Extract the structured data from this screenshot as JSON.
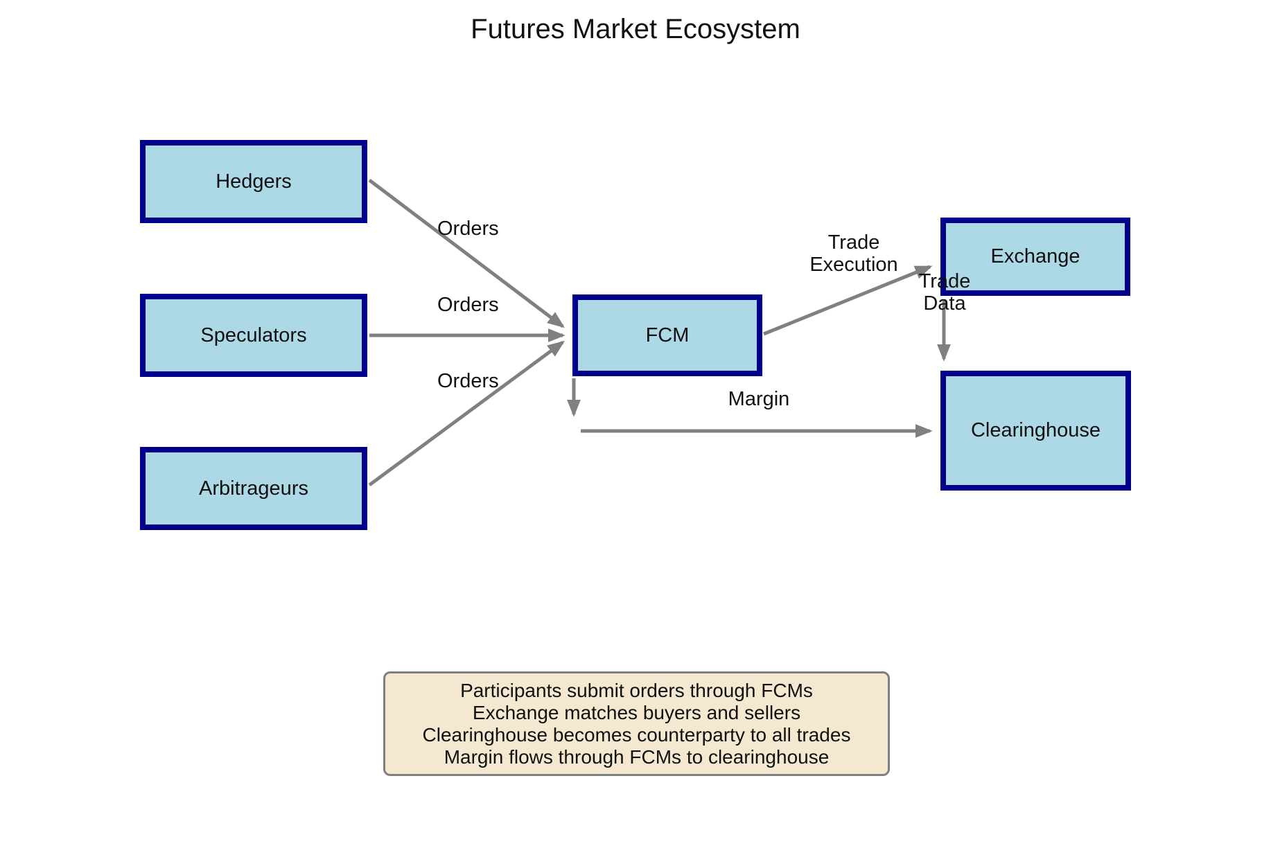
{
  "title": "Futures Market Ecosystem",
  "nodes": {
    "hedgers": {
      "label": "Hedgers"
    },
    "speculators": {
      "label": "Speculators"
    },
    "arbitrageurs": {
      "label": "Arbitrageurs"
    },
    "fcm": {
      "label": "FCM"
    },
    "exchange": {
      "label": "Exchange"
    },
    "clearinghouse": {
      "label": "Clearinghouse"
    }
  },
  "edges": {
    "orders_hedgers": {
      "from": "Hedgers",
      "to": "FCM",
      "label": "Orders"
    },
    "orders_speculators": {
      "from": "Speculators",
      "to": "FCM",
      "label": "Orders"
    },
    "orders_arbitrageurs": {
      "from": "Arbitrageurs",
      "to": "FCM",
      "label": "Orders"
    },
    "trade_execution": {
      "from": "FCM",
      "to": "Exchange",
      "label": "Trade Execution"
    },
    "trade_data": {
      "from": "Exchange",
      "to": "Clearinghouse",
      "label": "Trade Data"
    },
    "margin": {
      "from": "FCM",
      "to": "Clearinghouse",
      "label": "Margin"
    }
  },
  "note": {
    "lines": [
      "Participants submit orders through FCMs",
      "Exchange matches buyers and sellers",
      "Clearinghouse becomes counterparty to all trades",
      "Margin flows through FCMs to clearinghouse"
    ]
  },
  "colors": {
    "node_fill": "#ADD8E6",
    "node_border": "#00008B",
    "arrow": "#808080",
    "note_fill": "#F5E8D0",
    "note_border": "#7F7F7F",
    "text": "#111111",
    "bg": "#FFFFFF"
  }
}
